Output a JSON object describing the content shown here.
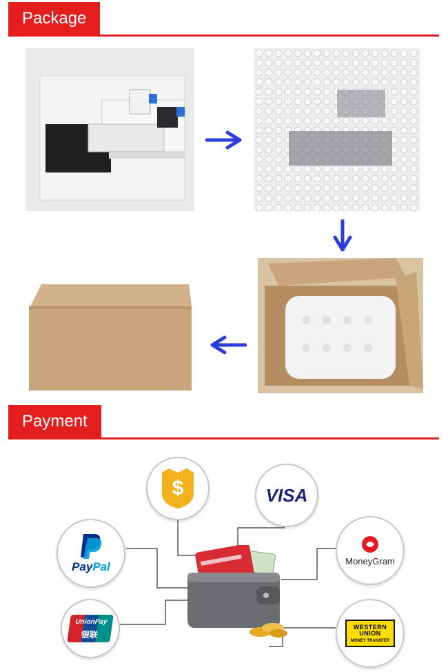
{
  "sections": {
    "package": {
      "title": "Package"
    },
    "payment": {
      "title": "Payment"
    }
  },
  "colors": {
    "accent": "#e41d1d",
    "arrow": "#2c3ee0"
  },
  "payment_methods": {
    "visa": "VISA",
    "paypal_pay": "Pay",
    "paypal_pal": "Pal",
    "moneygram": "MoneyGram",
    "unionpay_latin": "UnionPay",
    "unionpay_cn": "银联",
    "western_union_1": "WESTERN",
    "western_union_2": "UNION",
    "western_union_3": "MONEY TRANSFER",
    "dollar_symbol": "$"
  }
}
